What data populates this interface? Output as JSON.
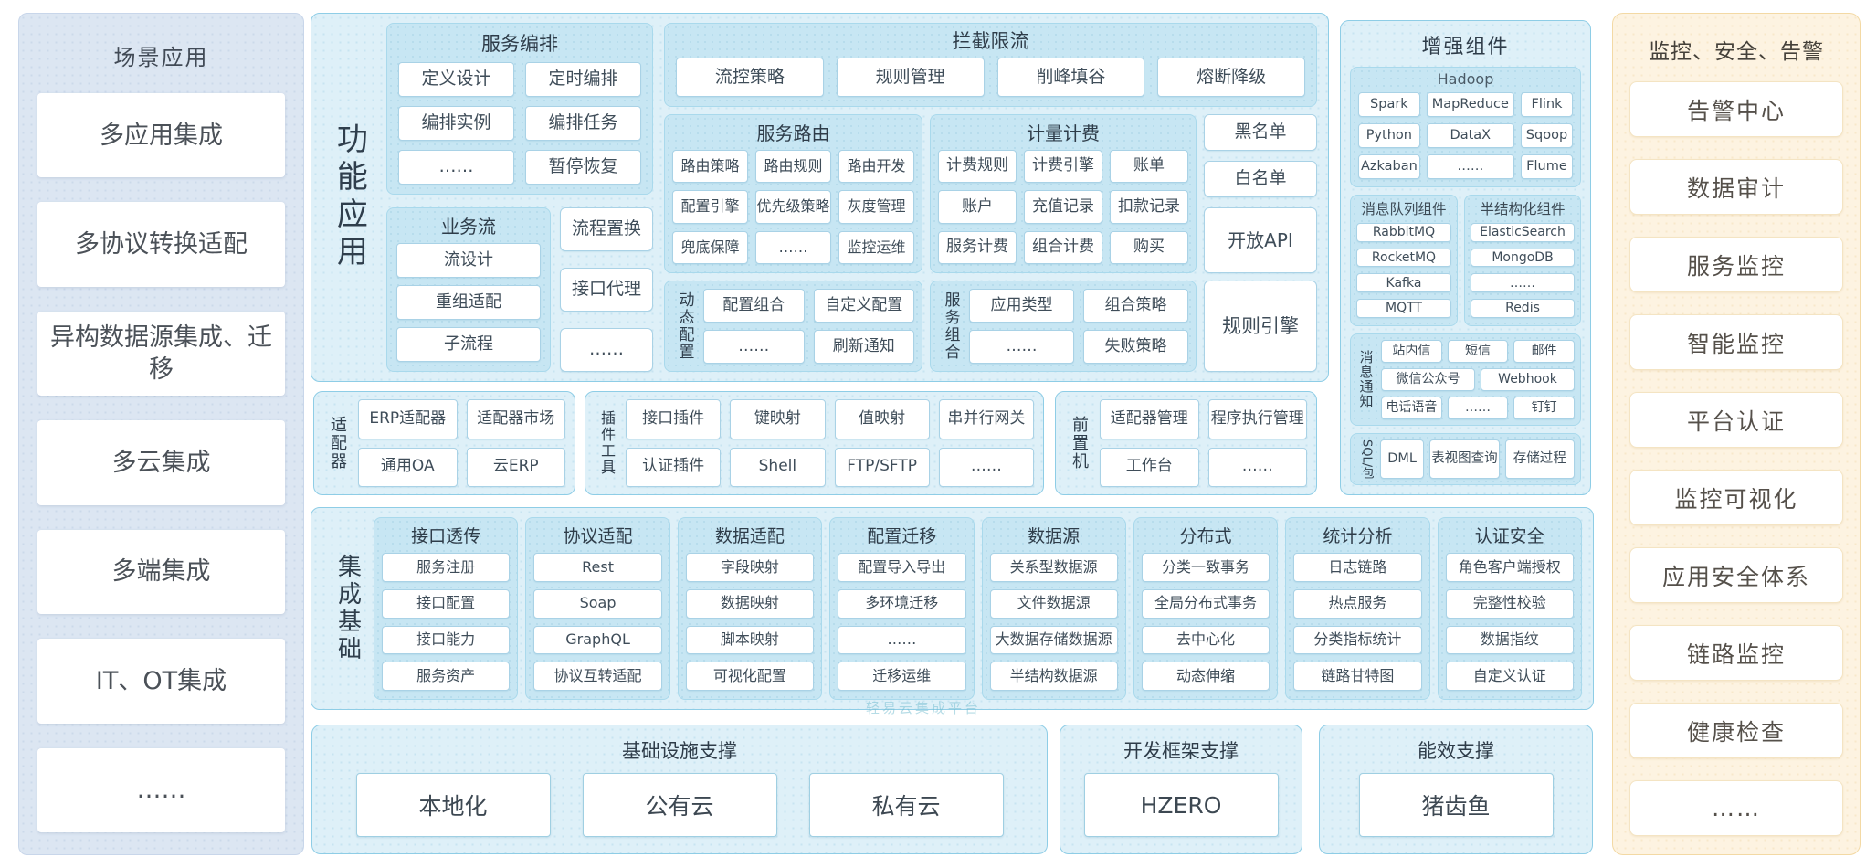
{
  "watermark": "轻易云集成平台",
  "scene": {
    "title": "场景应用",
    "items": [
      "多应用集成",
      "多协议转换适配",
      "异构数据源集成、迁移",
      "多云集成",
      "多端集成",
      "IT、OT集成",
      "……"
    ]
  },
  "functions": {
    "label": "功能应用",
    "orchestration": {
      "title": "服务编排",
      "items": [
        "定义设计",
        "定时编排",
        "编排实例",
        "编排任务",
        "……",
        "暂停恢复"
      ]
    },
    "business_flow": {
      "title": "业务流",
      "items": [
        "流设计",
        "重组适配",
        "子流程"
      ]
    },
    "flow_side": {
      "items": [
        "流程置换",
        "接口代理",
        "……"
      ]
    },
    "intercept": {
      "title": "拦截限流",
      "items": [
        "流控策略",
        "规则管理",
        "削峰填谷",
        "熔断降级"
      ]
    },
    "route": {
      "title": "服务路由",
      "items": [
        "路由策略",
        "路由规则",
        "路由开发",
        "配置引擎",
        "优先级策略",
        "灰度管理",
        "兜底保障",
        "……",
        "监控运维"
      ]
    },
    "billing": {
      "title": "计量计费",
      "items": [
        "计费规则",
        "计费引擎",
        "账单",
        "账户",
        "充值记录",
        "扣款记录",
        "服务计费",
        "组合计费",
        "购买"
      ]
    },
    "gate": {
      "items": [
        "黑名单",
        "白名单",
        "开放API"
      ]
    },
    "rule_engine": "规则引擎",
    "dynamic": {
      "label": "动态配置",
      "items": [
        "配置组合",
        "自定义配置",
        "……",
        "刷新通知"
      ]
    },
    "compose": {
      "label": "服务组合",
      "items": [
        "应用类型",
        "组合策略",
        "……",
        "失败策略"
      ]
    }
  },
  "middle": {
    "adapter": {
      "label": "适配器",
      "items": [
        "ERP适配器",
        "适配器市场",
        "通用OA",
        "云ERP"
      ]
    },
    "plugins": {
      "label": "插件工具",
      "items": [
        "接口插件",
        "键映射",
        "值映射",
        "串并行网关",
        "认证插件",
        "Shell",
        "FTP/SFTP",
        "……"
      ]
    },
    "front": {
      "label": "前置机",
      "items": [
        "适配器管理",
        "程序执行管理",
        "工作台",
        "……"
      ]
    }
  },
  "integration": {
    "label": "集成基础",
    "columns": [
      {
        "title": "接口透传",
        "items": [
          "服务注册",
          "接口配置",
          "接口能力",
          "服务资产"
        ]
      },
      {
        "title": "协议适配",
        "items": [
          "Rest",
          "Soap",
          "GraphQL",
          "协议互转适配"
        ]
      },
      {
        "title": "数据适配",
        "items": [
          "字段映射",
          "数据映射",
          "脚本映射",
          "可视化配置"
        ]
      },
      {
        "title": "配置迁移",
        "items": [
          "配置导入导出",
          "多环境迁移",
          "……",
          "迁移运维"
        ]
      },
      {
        "title": "数据源",
        "items": [
          "关系型数据源",
          "文件数据源",
          "大数据存储数据源",
          "半结构数据源"
        ]
      },
      {
        "title": "分布式",
        "items": [
          "分类一致事务",
          "全局分布式事务",
          "去中心化",
          "动态伸缩"
        ]
      },
      {
        "title": "统计分析",
        "items": [
          "日志链路",
          "热点服务",
          "分类指标统计",
          "链路甘特图"
        ]
      },
      {
        "title": "认证安全",
        "items": [
          "角色客户端授权",
          "完整性校验",
          "数据指纹",
          "自定义认证"
        ]
      }
    ]
  },
  "enhanced": {
    "title": "增强组件",
    "hadoop": {
      "title": "Hadoop",
      "items": [
        "Spark",
        "MapReduce",
        "Flink",
        "Python",
        "DataX",
        "Sqoop",
        "Azkaban",
        "……",
        "Flume"
      ]
    },
    "mq": {
      "title": "消息队列组件",
      "items": [
        "RabbitMQ",
        "RocketMQ",
        "Kafka",
        "MQTT"
      ]
    },
    "semi": {
      "title": "半结构化组件",
      "items": [
        "ElasticSearch",
        "MongoDB",
        "……",
        "Redis"
      ]
    },
    "notify": {
      "label": "消息通知",
      "rows": [
        [
          "站内信",
          "短信",
          "邮件"
        ],
        [
          "微信公众号",
          "Webhook"
        ],
        [
          "电话语音",
          "……",
          "钉钉"
        ]
      ]
    },
    "sql": {
      "label": "SQL/包",
      "items": [
        "DML",
        "表视图查询",
        "存储过程"
      ]
    }
  },
  "support": {
    "infra": {
      "title": "基础设施支撑",
      "items": [
        "本地化",
        "公有云",
        "私有云"
      ]
    },
    "dev": {
      "title": "开发框架支撑",
      "items": [
        "HZERO"
      ]
    },
    "eff": {
      "title": "能效支撑",
      "items": [
        "猪齿鱼"
      ]
    }
  },
  "monitor": {
    "title": "监控、安全、告警",
    "items": [
      "告警中心",
      "数据审计",
      "服务监控",
      "智能监控",
      "平台认证",
      "监控可视化",
      "应用安全体系",
      "链路监控",
      "健康检查",
      "……"
    ]
  }
}
